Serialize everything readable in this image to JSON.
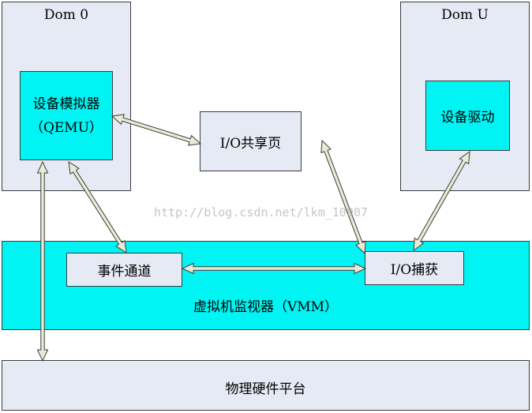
{
  "dom0": {
    "title": "Dom 0"
  },
  "domu": {
    "title": "Dom U"
  },
  "qemu": {
    "line1": "设备模拟器",
    "line2": "（QEMU）"
  },
  "device_driver": {
    "label": "设备驱动"
  },
  "io_shared_page": {
    "label": "I/O共享页"
  },
  "event_channel": {
    "label": "事件通道"
  },
  "io_trap": {
    "label": "I/O捕获"
  },
  "vmm": {
    "title": "虚拟机监视器（VMM）"
  },
  "hardware": {
    "title": "物理硬件平台"
  },
  "watermark": "http://blog.csdn.net/lkm_10907",
  "colors": {
    "container": "#e6eaf5",
    "highlight": "#00f4f4",
    "arrow_fill": "#e9ecd4",
    "arrow_stroke": "#3c3c3c"
  }
}
